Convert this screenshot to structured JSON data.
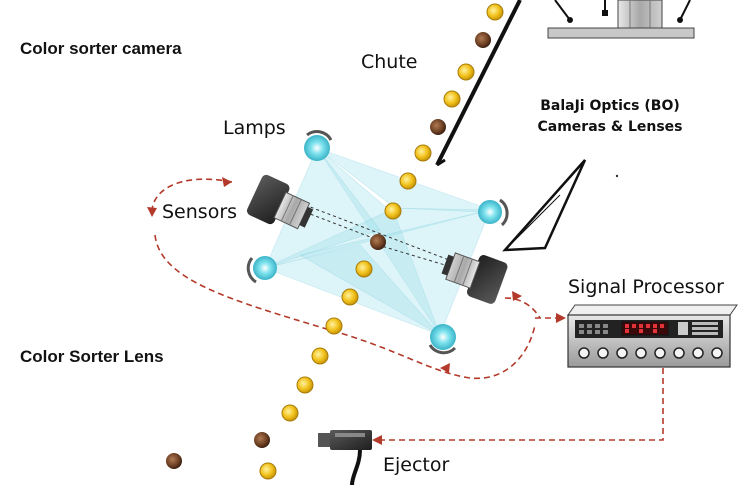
{
  "labels": {
    "title_camera": "Color sorter camera",
    "title_lens": "Color Sorter Lens",
    "chute": "Chute",
    "lamps": "Lamps",
    "sensors": "Sensors",
    "signal_processor": "Signal Processor",
    "ejector": "Ejector",
    "brand_line1": "BalaJi Optics (BO)",
    "brand_line2": "Cameras & Lenses"
  },
  "colors": {
    "good_seed": "#f2c21b",
    "bad_seed": "#7a4a2c",
    "light_beam": "#8fd8e8",
    "signal_line": "#b33a2a",
    "processor": "#2a2a2a",
    "display_led": "#e0343a"
  }
}
